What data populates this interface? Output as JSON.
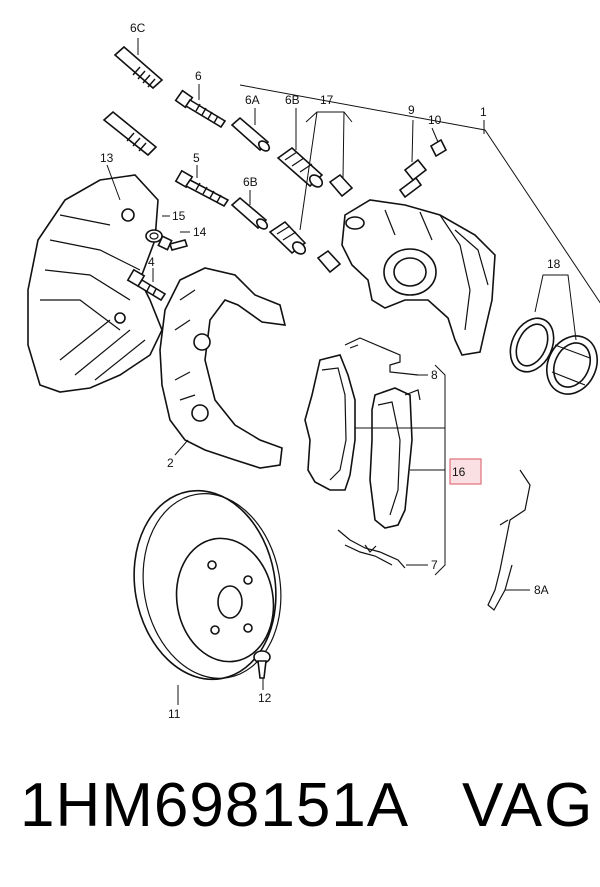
{
  "callouts": {
    "c6C": "6C",
    "c6": "6",
    "c6A": "6A",
    "c6B_top": "6B",
    "c17": "17",
    "c9": "9",
    "c10": "10",
    "c1": "1",
    "c13": "13",
    "c5": "5",
    "c6B_mid": "6B",
    "c15": "15",
    "c14": "14",
    "c4": "4",
    "c18": "18",
    "c8": "8",
    "c16": "16",
    "c2": "2",
    "c7": "7",
    "c8A": "8A",
    "c12": "12",
    "c11": "11"
  },
  "footer": {
    "part_number": "1HM698151A",
    "brand": "VAG"
  },
  "colors": {
    "ink": "#111111",
    "highlight_border": "#e0707a",
    "highlight_fill": "#fbe0e3"
  }
}
